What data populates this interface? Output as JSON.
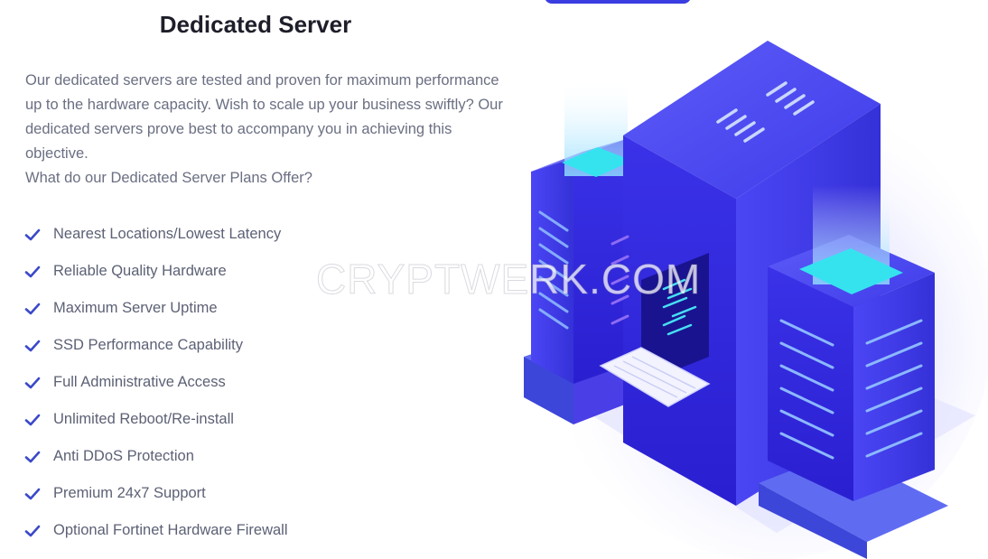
{
  "page": {
    "title": "Dedicated Server",
    "intro_paragraph": "Our dedicated servers are tested and proven for maximum performance up to the hardware capacity. Wish to scale up your business swiftly? Our dedicated servers prove best to accompany you in achieving this objective.",
    "intro_question": "What do our Dedicated Server Plans Offer?"
  },
  "features": [
    {
      "label": "Nearest Locations/Lowest Latency",
      "icon": "check-icon"
    },
    {
      "label": "Reliable Quality Hardware",
      "icon": "check-icon"
    },
    {
      "label": "Maximum Server Uptime",
      "icon": "check-icon"
    },
    {
      "label": "SSD Performance Capability",
      "icon": "check-icon"
    },
    {
      "label": "Full Administrative Access",
      "icon": "check-icon"
    },
    {
      "label": "Unlimited Reboot/Re-install",
      "icon": "check-icon"
    },
    {
      "label": "Anti DDoS Protection",
      "icon": "check-icon"
    },
    {
      "label": "Premium 24x7 Support",
      "icon": "check-icon"
    },
    {
      "label": "Optional Fortinet Hardware Firewall",
      "icon": "check-icon"
    }
  ],
  "watermark": "CRYPTWERK.COM",
  "colors": {
    "accent": "#3a3de0",
    "check": "#3b49c9",
    "title": "#1e1e2a",
    "text": "#6a6f82",
    "server_blue": "#2f2be0",
    "glow_cyan": "#35e3ef"
  }
}
